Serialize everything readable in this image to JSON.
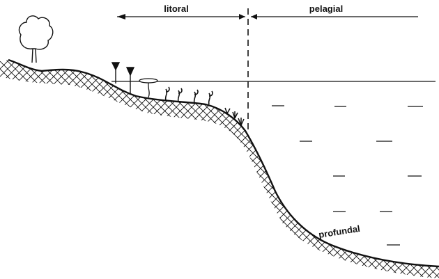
{
  "labels": {
    "litoral": "litoral",
    "pelagial": "pelagial",
    "profundal": "profundal"
  },
  "colors": {
    "ink": "#111111",
    "background": "#ffffff"
  },
  "icons": [
    "tree-icon",
    "emergent-plant-icon",
    "floating-leaf-icon",
    "submerged-plant-icon",
    "bottom-plant-icon"
  ]
}
